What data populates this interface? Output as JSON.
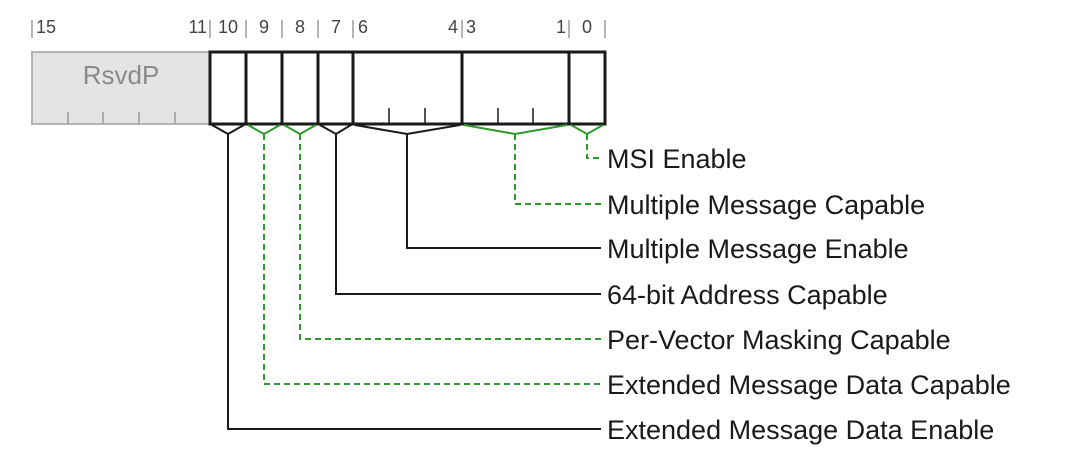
{
  "register": {
    "reserved_label": "RsvdP",
    "bit_numbers": [
      "15",
      "11",
      "10",
      "9",
      "8",
      "7",
      "6",
      "4",
      "3",
      "1",
      "0"
    ]
  },
  "fields": [
    {
      "label": "MSI Enable",
      "bits": "0",
      "line_style": "dashed",
      "color": "#2e9a2e"
    },
    {
      "label": "Multiple Message Capable",
      "bits": "3:1",
      "line_style": "dashed",
      "color": "#2e9a2e"
    },
    {
      "label": "Multiple Message Enable",
      "bits": "6:4",
      "line_style": "solid",
      "color": "#1a1a1a"
    },
    {
      "label": "64-bit Address Capable",
      "bits": "7",
      "line_style": "solid",
      "color": "#1a1a1a"
    },
    {
      "label": "Per-Vector Masking Capable",
      "bits": "8",
      "line_style": "dashed",
      "color": "#2e9a2e"
    },
    {
      "label": "Extended Message Data Capable",
      "bits": "9",
      "line_style": "dashed",
      "color": "#2e9a2e"
    },
    {
      "label": "Extended Message Data Enable",
      "bits": "10",
      "line_style": "solid",
      "color": "#1a1a1a"
    }
  ],
  "colors": {
    "reserved_fill": "#e4e4e4",
    "reserved_stroke": "#b5b5b5",
    "border": "#1a1a1a",
    "green": "#2e9a2e"
  }
}
